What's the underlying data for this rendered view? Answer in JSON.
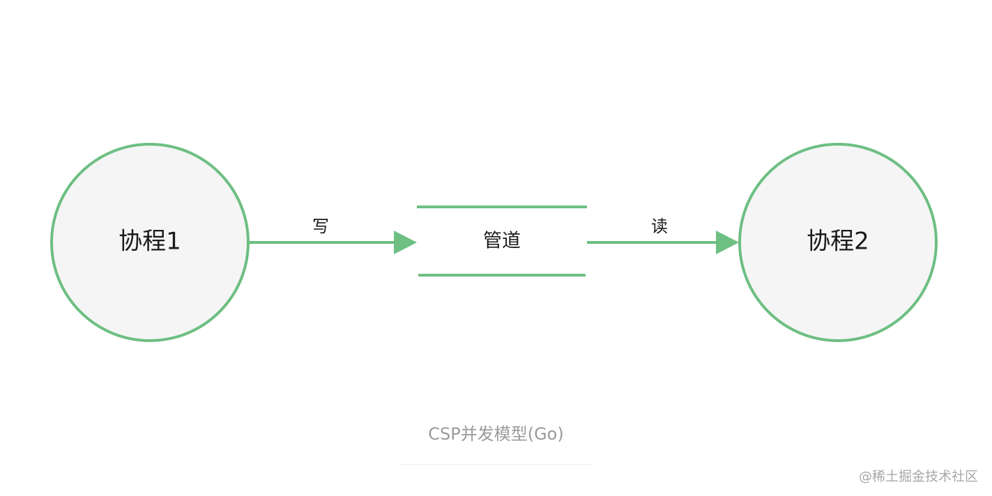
{
  "diagram": {
    "accent_color": "#6dbf82",
    "node_fill": "#f5f5f5",
    "node_left": {
      "label": "协程1"
    },
    "node_right": {
      "label": "协程2"
    },
    "pipe": {
      "label": "管道"
    },
    "edge_write": {
      "label": "写"
    },
    "edge_read": {
      "label": "读"
    }
  },
  "caption": {
    "text": "CSP并发模型(Go)"
  },
  "watermark": {
    "text": "@稀土掘金技术社区"
  }
}
